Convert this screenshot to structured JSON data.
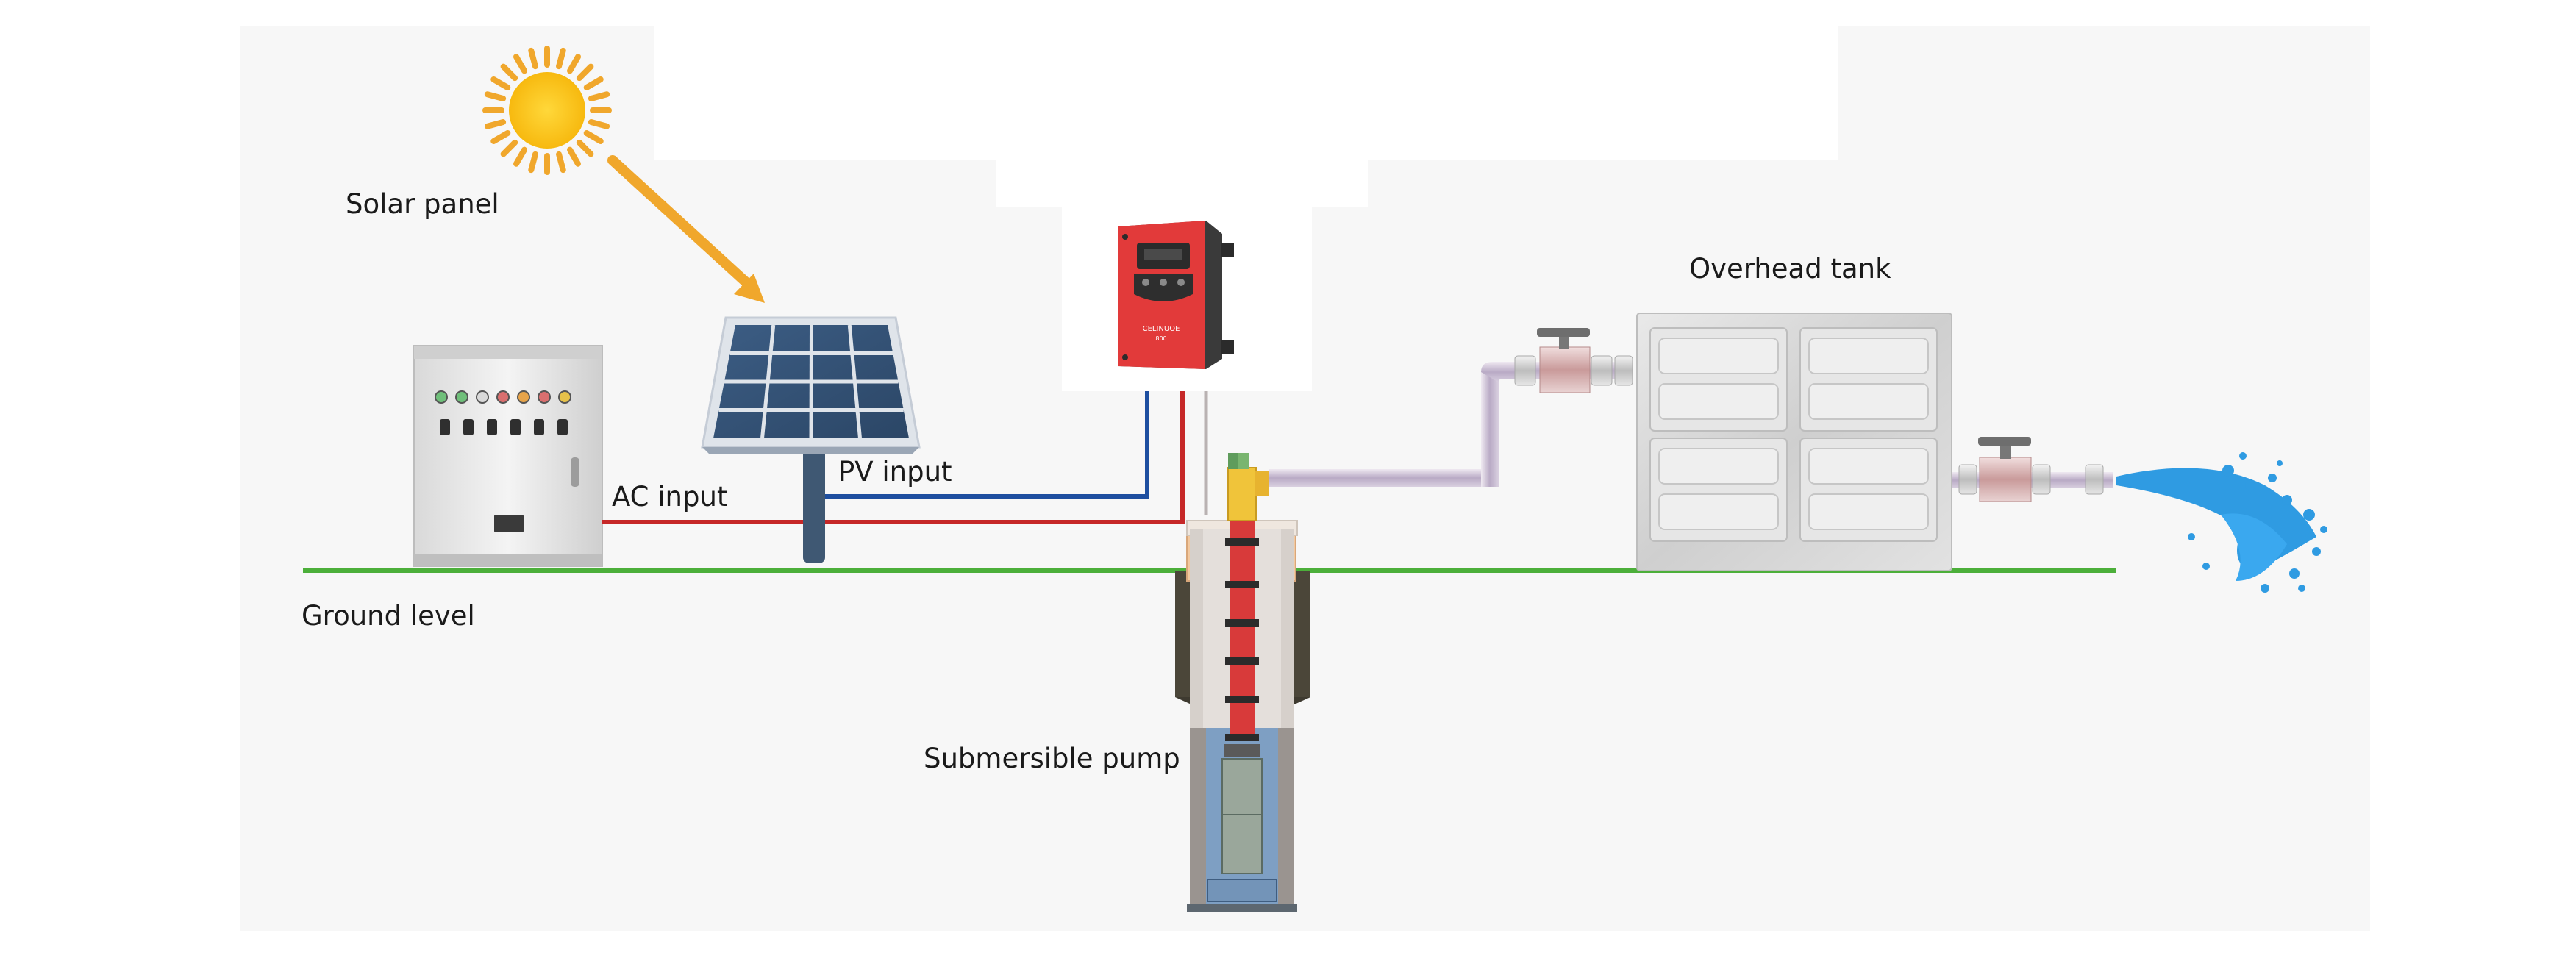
{
  "labels": {
    "solar_panel": "Solar panel",
    "ac_input": "AC input",
    "pv_input": "PV input",
    "overhead_tank": "Overhead tank",
    "ground_level": "Ground level",
    "submersible_pump": "Submersible pump"
  },
  "controller": {
    "brand": "CELINUOE",
    "model": "800"
  },
  "colors": {
    "background": "#f7f7f7",
    "ground_line": "#4caf3a",
    "ac_wire": "#c62828",
    "pv_wire": "#1e4fa0",
    "sun": "#f7c21b",
    "sun_ray": "#f0a72c",
    "controller_red": "#e23a3a",
    "water": "#2f9be2"
  },
  "icons": {
    "sun": "sun-icon",
    "panel": "solar-panel-icon",
    "cabinet": "control-cabinet-icon",
    "controller": "pump-inverter-icon",
    "tank": "water-tank-icon",
    "pump": "submersible-pump-icon",
    "water": "water-splash-icon"
  }
}
